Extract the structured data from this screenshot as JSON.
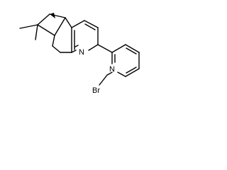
{
  "molecule": {
    "atoms": {
      "nitrogen_ring_left": "N",
      "nitrogen_ring_right": "N",
      "bromine": "Br"
    },
    "colors": {
      "bond": "#000000",
      "label": "#000000",
      "background": "#ffffff"
    }
  }
}
